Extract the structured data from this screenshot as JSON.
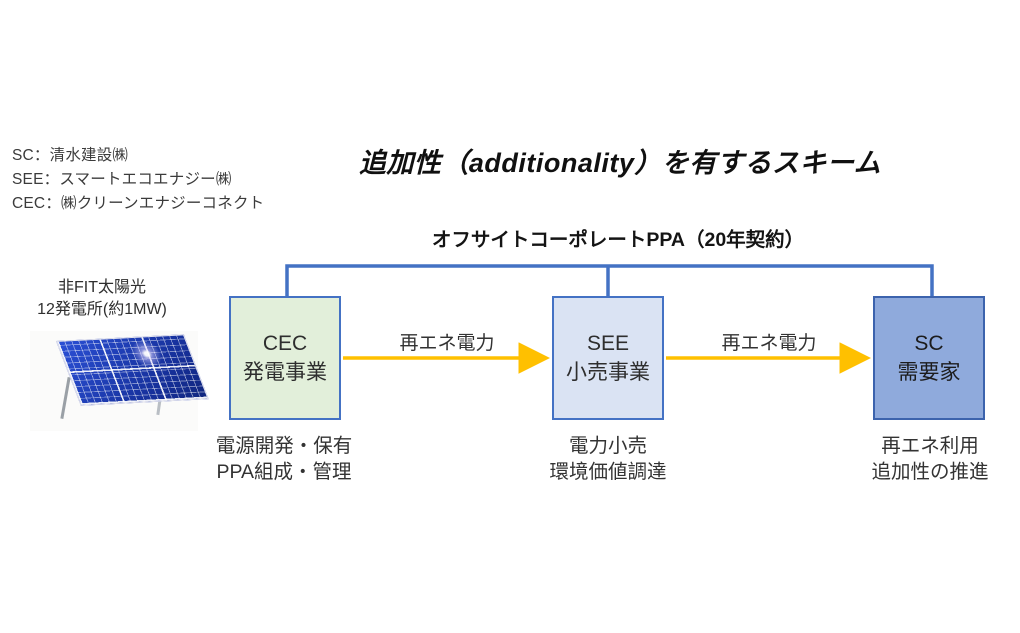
{
  "title": "追加性（additionality）を有するスキーム",
  "ppa_bracket_label": "オフサイトコーポレートPPA（20年契約）",
  "legend": {
    "line1": "SC：清水建設㈱",
    "line2": "SEE：スマートエコエナジー㈱",
    "line3": "CEC：㈱クリーンエナジーコネクト"
  },
  "source": {
    "label_line1": "非FIT太陽光",
    "label_line2": "12発電所(約1MW)",
    "image": "solar-panel-array-photo"
  },
  "entities": [
    {
      "id": "cec",
      "name": "CEC",
      "role": "発電事業",
      "caption_line1": "電源開発・保有",
      "caption_line2": "PPA組成・管理",
      "fill": "#e2efda",
      "border": "#4472c4"
    },
    {
      "id": "see",
      "name": "SEE",
      "role": "小売事業",
      "caption_line1": "電力小売",
      "caption_line2": "環境価値調達",
      "fill": "#dae3f3",
      "border": "#4472c4"
    },
    {
      "id": "sc",
      "name": "SC",
      "role": "需要家",
      "caption_line1": "再エネ利用",
      "caption_line2": "追加性の推進",
      "fill": "#8faadc",
      "border": "#3c63ad"
    }
  ],
  "flows": [
    {
      "from": "CEC",
      "to": "SEE",
      "label": "再エネ電力"
    },
    {
      "from": "SEE",
      "to": "SC",
      "label": "再エネ電力"
    }
  ],
  "colors": {
    "connector_blue": "#4472c4",
    "arrow_gold": "#ffc000",
    "cec_fill": "#e2efda",
    "see_fill": "#dae3f3",
    "sc_fill": "#8faadc"
  }
}
